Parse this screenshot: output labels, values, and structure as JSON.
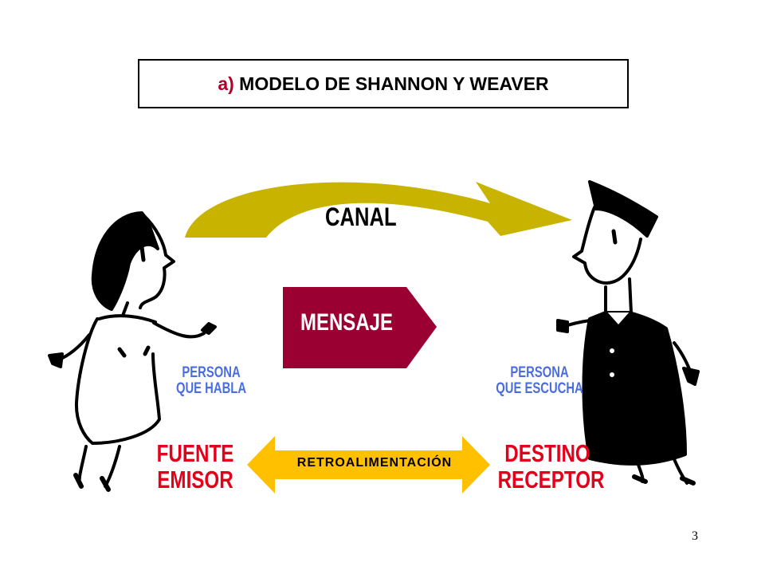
{
  "title": {
    "letter": "a)",
    "text": "MODELO DE SHANNON Y WEAVER"
  },
  "channel_label": "CANAL",
  "message_label": "MENSAJE",
  "feedback_label": "RETROALIMENTACIÓN",
  "sender": {
    "role_line1": "PERSONA",
    "role_line2": "QUE HABLA",
    "name_line1": "FUENTE",
    "name_line2": "EMISOR"
  },
  "receiver": {
    "role_line1": "PERSONA",
    "role_line2": "QUE ESCUCHA",
    "name_line1": "DESTINO",
    "name_line2": "RECEPTOR"
  },
  "page_number": "3",
  "colors": {
    "channel_arrow": "#c8b400",
    "message_box": "#9b0033",
    "feedback_arrow": "#ffc000",
    "role_text": "#4a6ee0",
    "name_text": "#e3001b"
  }
}
